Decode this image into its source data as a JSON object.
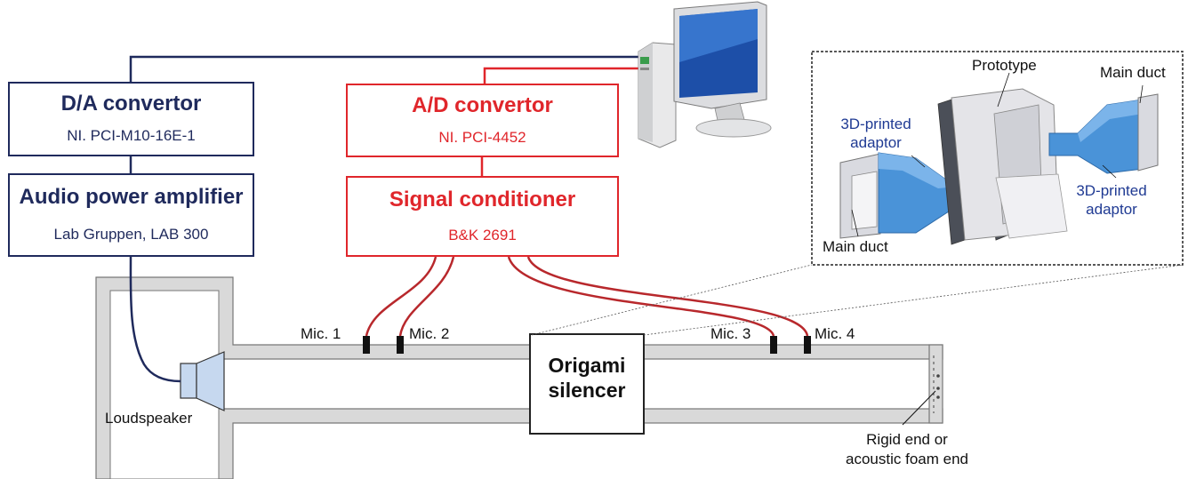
{
  "da_convertor": {
    "title": "D/A convertor",
    "model": "NI. PCI-M10-16E-1"
  },
  "amplifier": {
    "title": "Audio power amplifier",
    "model": "Lab Gruppen, LAB 300"
  },
  "ad_convertor": {
    "title": "A/D convertor",
    "model": "NI. PCI-4452"
  },
  "signal_conditioner": {
    "title": "Signal conditioner",
    "model": "B&K 2691"
  },
  "microphones": [
    "Mic. 1",
    "Mic. 2",
    "Mic. 3",
    "Mic. 4"
  ],
  "loudspeaker_label": "Loudspeaker",
  "silencer": {
    "line1": "Origami",
    "line2": "silencer"
  },
  "end_label": {
    "line1": "Rigid end or",
    "line2": "acoustic foam end"
  },
  "inset": {
    "prototype": "Prototype",
    "main_duct_top": "Main duct",
    "main_duct_bottom": "Main duct",
    "adaptor_left": {
      "line1": "3D-printed",
      "line2": "adaptor"
    },
    "adaptor_right": {
      "line1": "3D-printed",
      "line2": "adaptor"
    }
  },
  "colors": {
    "navy": "#1f2a5c",
    "red": "#e0262b",
    "cable_red": "#b8282c",
    "adaptor_blue": "#4a93d8",
    "duct_grey": "#d9d9d9"
  }
}
